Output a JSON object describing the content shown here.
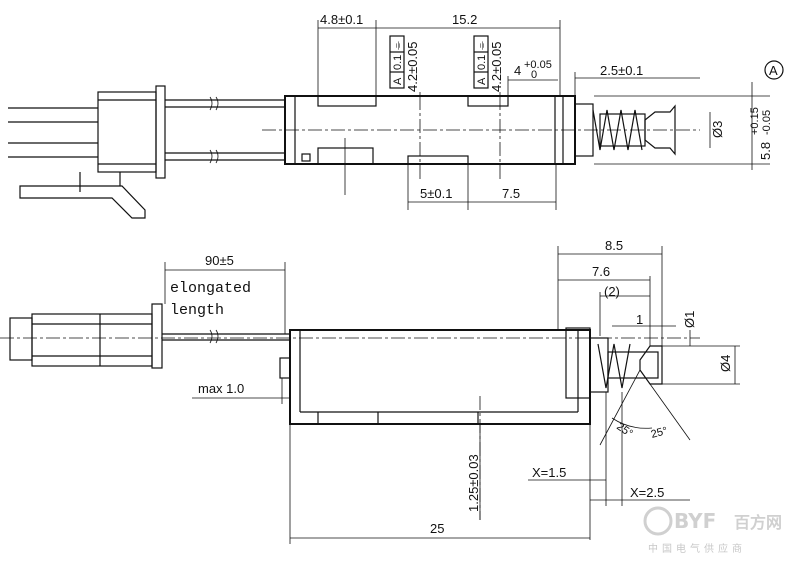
{
  "top_view": {
    "dims": {
      "d_4_8": "4.8±0.1",
      "d_15_2": "15.2",
      "d_4_top": "4",
      "d_4_tol": "+0.05",
      "d_4_tol_low": "0",
      "d_2_5": "2.5±0.1",
      "d_5": "5±0.1",
      "d_7_5": "7.5",
      "d_phi3": "Ø3",
      "d_5_8": "5.8",
      "d_5_8_tol_up": "+0.15",
      "d_5_8_tol_low": "-0.05"
    },
    "tol_frame_left": {
      "sym": "⌯",
      "value": "0.1",
      "datum": "A",
      "size": "4.2±0.05"
    },
    "tol_frame_right": {
      "sym": "⌯",
      "value": "0.1",
      "datum": "A",
      "size": "4.2±0.05"
    },
    "datum_label": "A"
  },
  "bottom_view": {
    "dims": {
      "d_90": "90±5",
      "elong_1": "elongated",
      "elong_2": "length",
      "d_max": "max 1.0",
      "d_8_5": "8.5",
      "d_7_6": "7.6",
      "d_2": "(2)",
      "d_1": "1",
      "d_phi1": "Ø1",
      "d_phi4": "Ø4",
      "d_25deg_a": "25°",
      "d_25deg_b": "25°",
      "d_1_25": "1.25±0.03",
      "d_x15": "X=1.5",
      "d_x25": "X=2.5",
      "d_25": "25"
    }
  },
  "watermark": {
    "brand": "BYF",
    "cn": "百方网",
    "tagline": "中国电气供应商"
  }
}
